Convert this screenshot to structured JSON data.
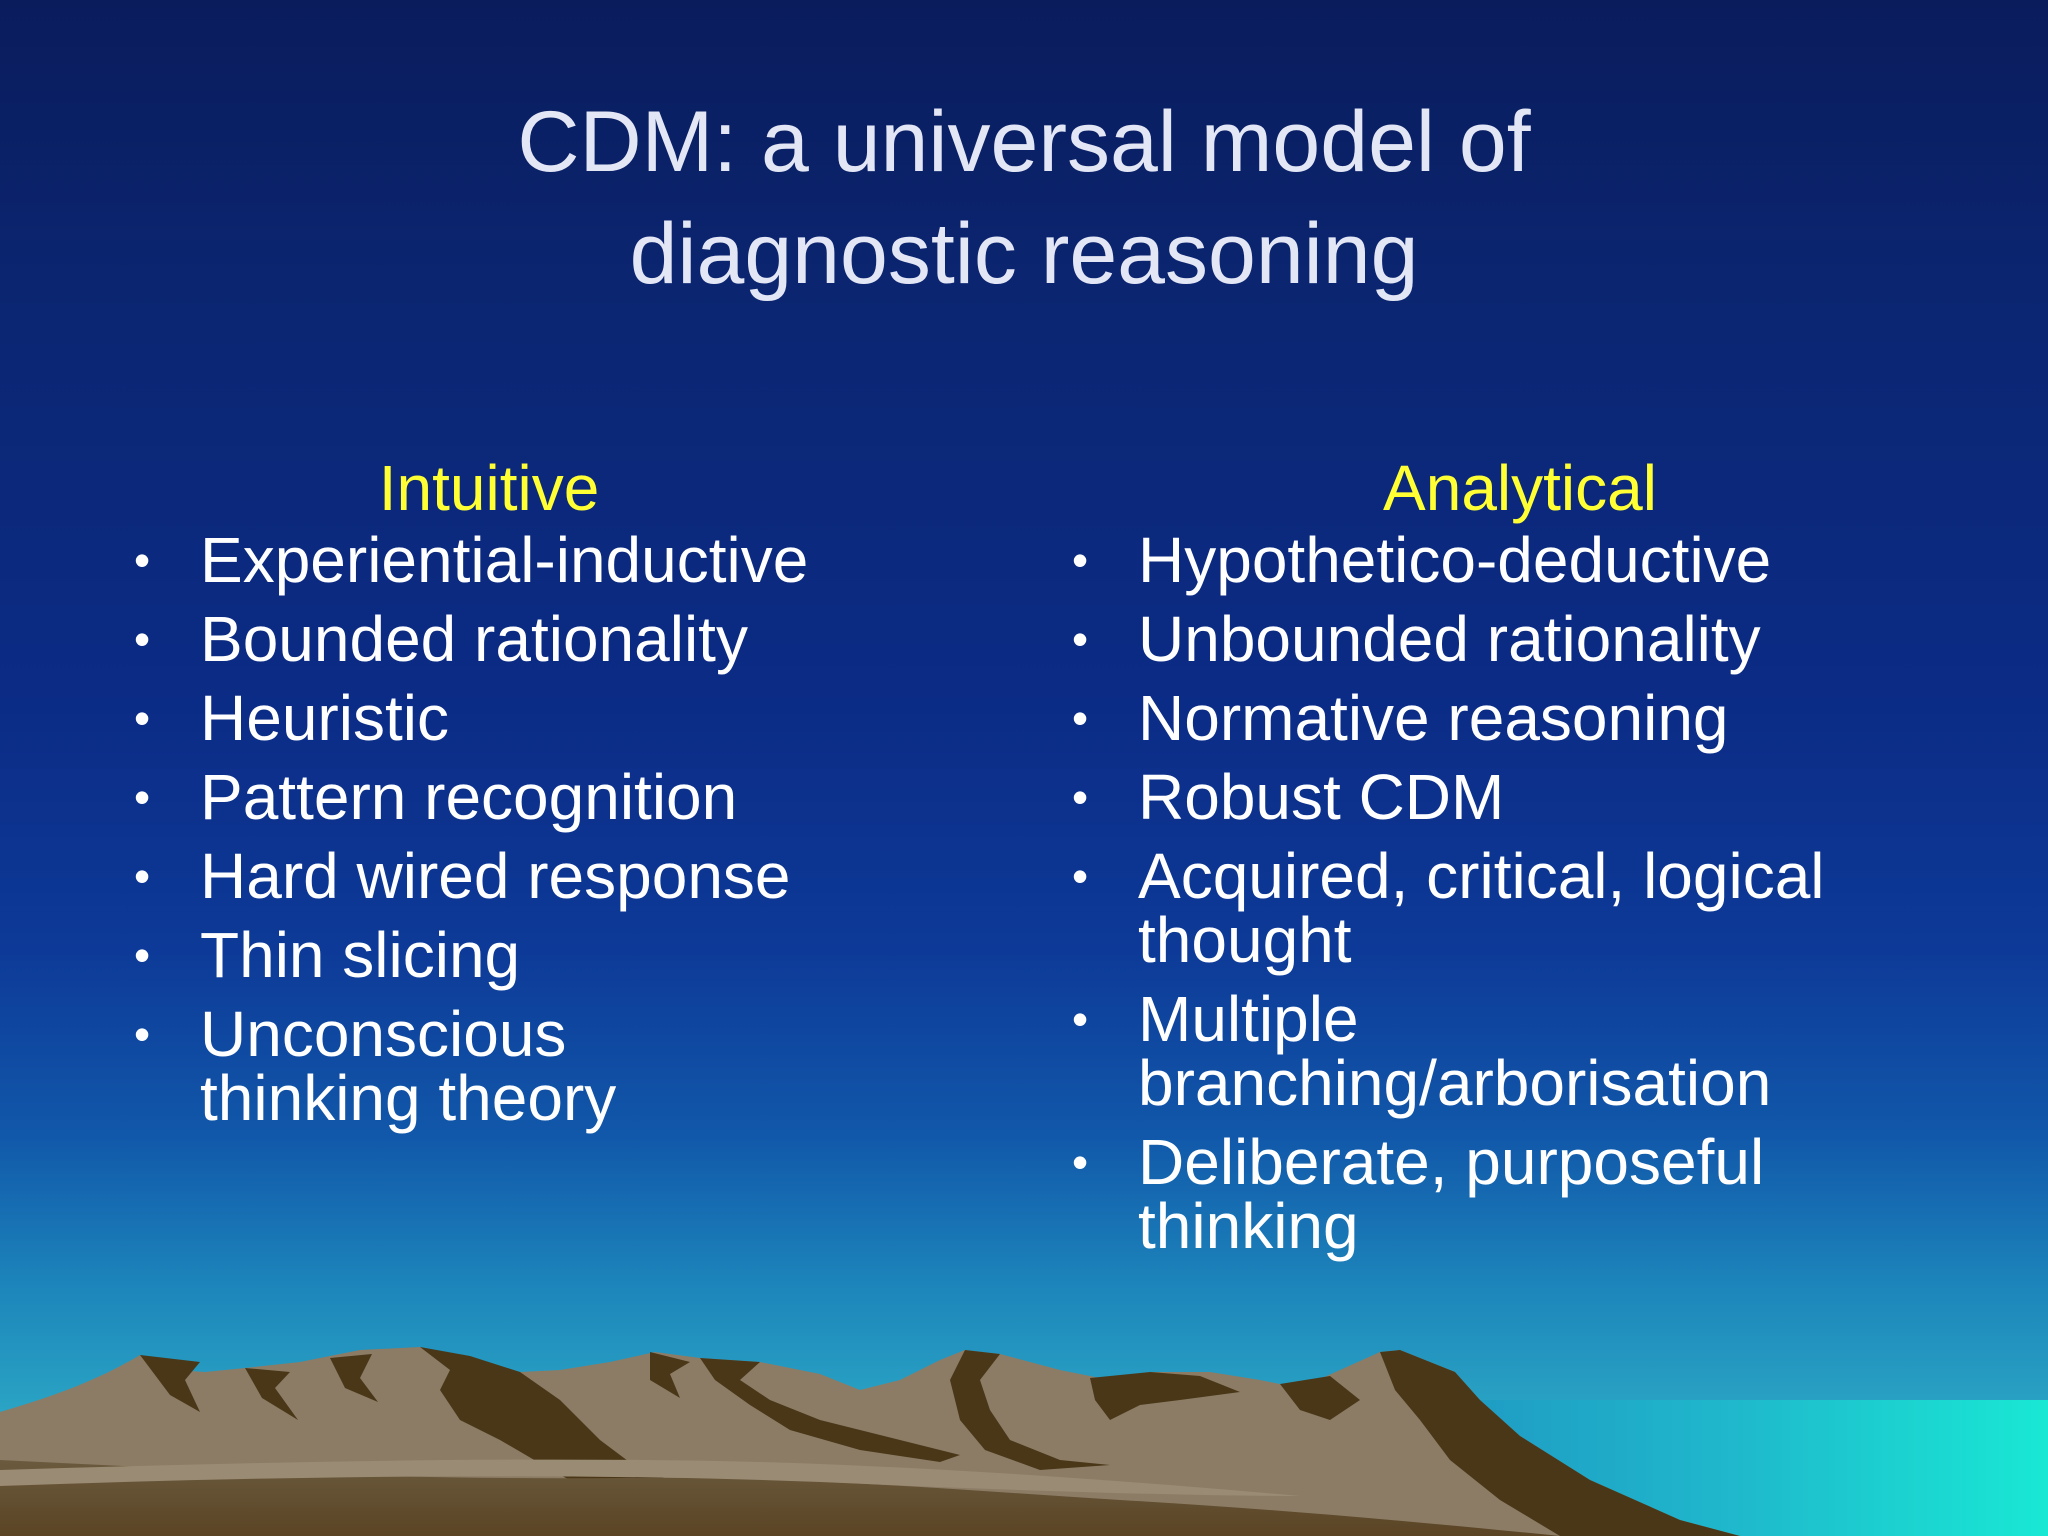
{
  "slide": {
    "title_lines": [
      "CDM: a universal model of",
      "diagnostic reasoning"
    ],
    "left_column": {
      "heading": "Intuitive",
      "items": [
        "Experiential-inductive",
        "Bounded rationality",
        "Heuristic",
        "Pattern recognition",
        "Hard wired response",
        "Thin slicing",
        "Unconscious thinking theory"
      ]
    },
    "right_column": {
      "heading": "Analytical",
      "items": [
        "Hypothetico-deductive",
        "Unbounded rationality",
        "Normative reasoning",
        "Robust CDM",
        "Acquired, critical, logical thought",
        "Multiple branching/arborisation",
        "Deliberate, purposeful thinking"
      ]
    },
    "bullet_glyph": "•",
    "colors": {
      "title": "#e3e6f5",
      "heading": "#ffff33",
      "body_text": "#ffffff",
      "sky_top": "#0a1c5c",
      "sky_bottom": "#2fb0c8",
      "sea": "#19e3d0",
      "mountain_light": "#8c7c66",
      "mountain_dark": "#4a3718"
    }
  }
}
